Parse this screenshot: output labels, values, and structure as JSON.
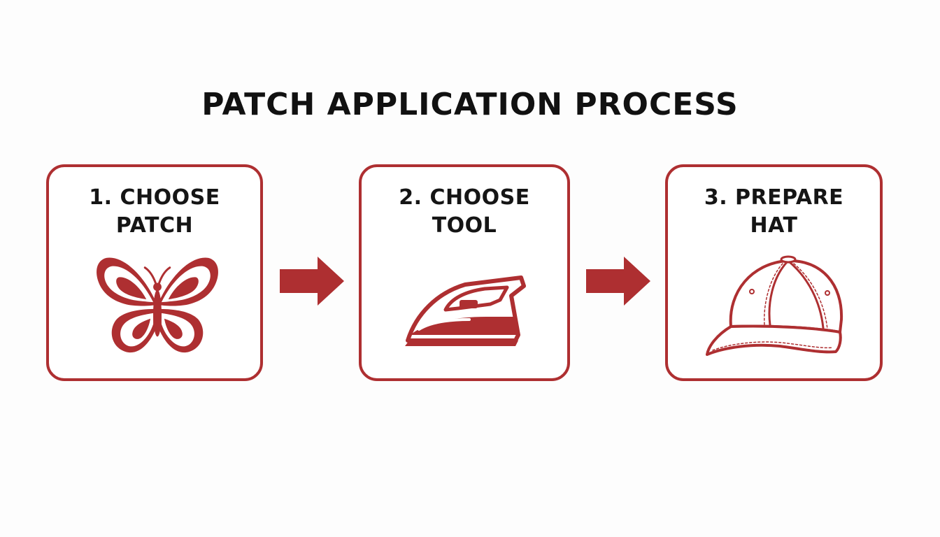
{
  "title": "PATCH APPLICATION PROCESS",
  "colors": {
    "accent": "#ae2f31",
    "text": "#111111",
    "background": "#fdfdfd"
  },
  "steps": [
    {
      "line1": "1. CHOOSE",
      "line2": "PATCH",
      "icon": "butterfly-icon"
    },
    {
      "line1": "2. CHOOSE",
      "line2": "TOOL",
      "icon": "iron-icon"
    },
    {
      "line1": "3. PREPARE",
      "line2": "HAT",
      "icon": "cap-icon"
    }
  ],
  "connectors": [
    "arrow-right-icon",
    "arrow-right-icon"
  ]
}
